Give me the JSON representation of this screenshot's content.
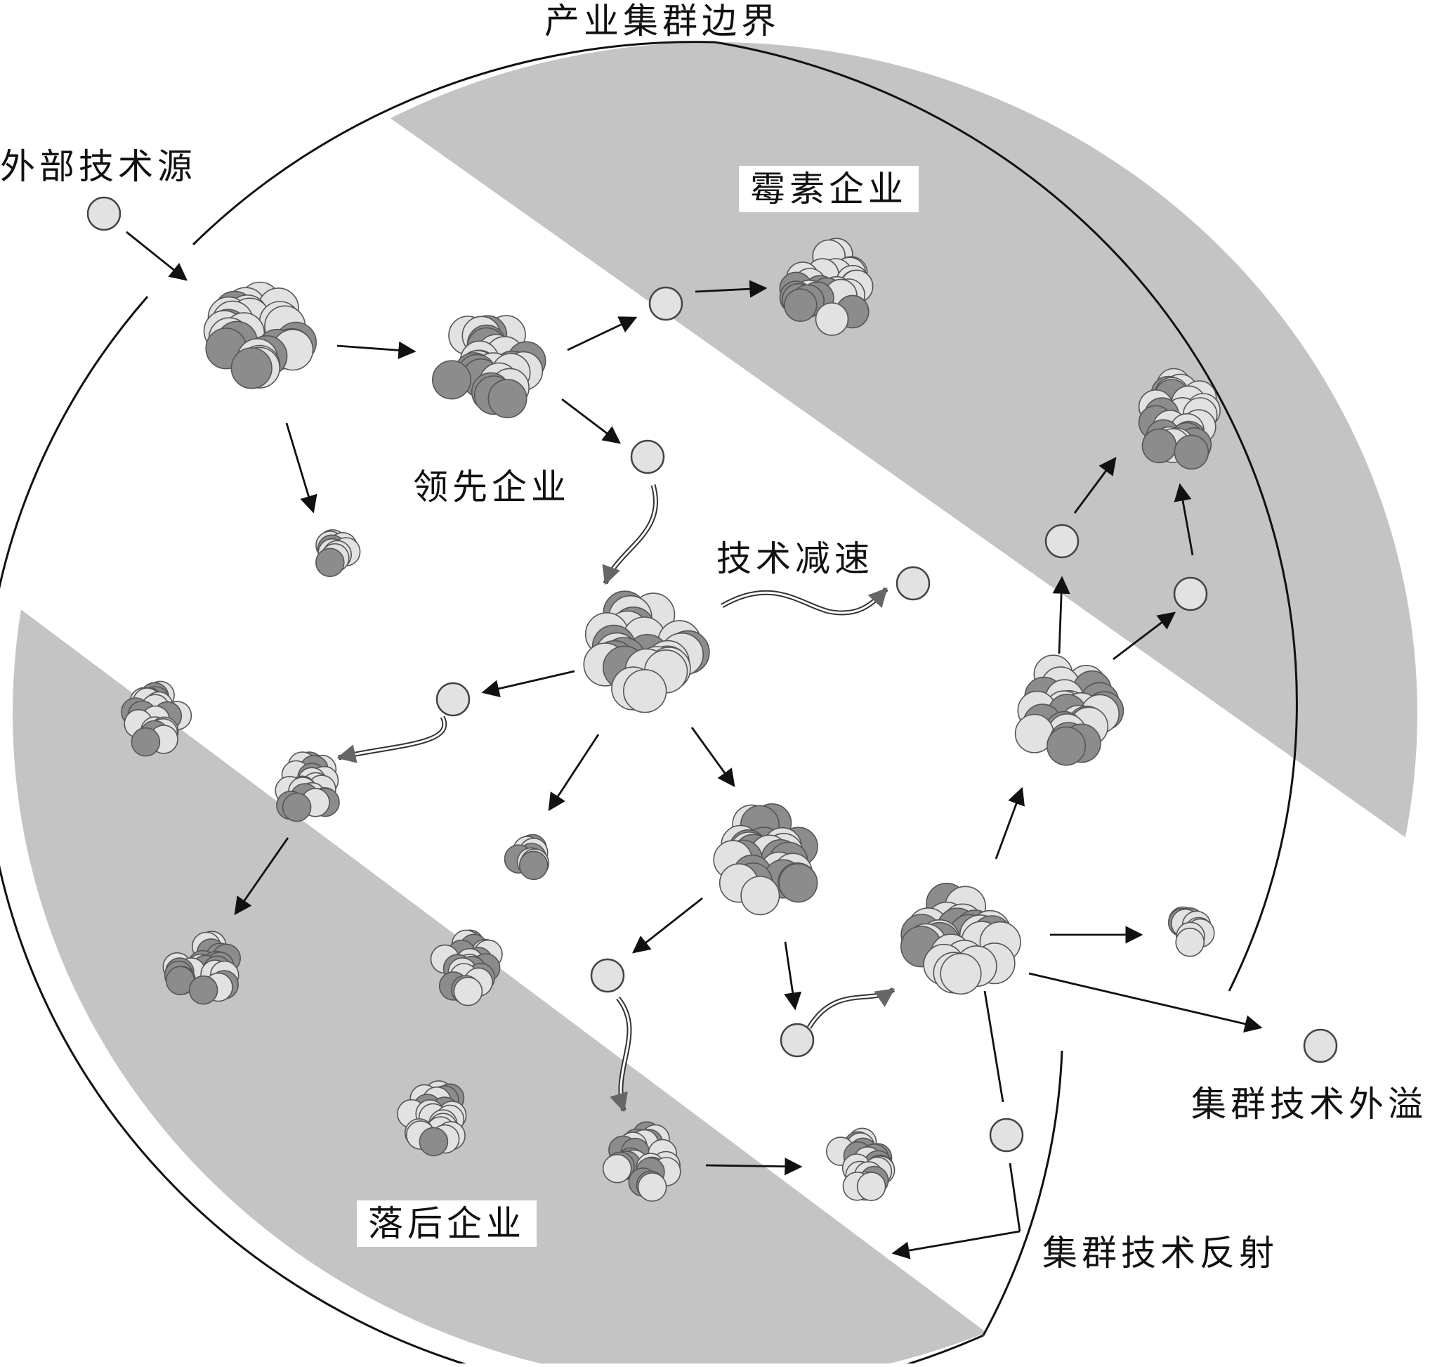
{
  "labels": {
    "boundary": "产业集群边界",
    "external_source": "外部技术源",
    "tech_lag": "霉素企业",
    "leading": "领先企业",
    "tech_slowdown": "技术减速",
    "lagging": "落后企业",
    "spillover": "集群技术外溢",
    "reflection": "集群技术反射"
  },
  "colors": {
    "band": "#c4c4c4",
    "sphere_dark": "#8c8c8c",
    "sphere_light": "#e2e2e2",
    "line": "#111111"
  }
}
